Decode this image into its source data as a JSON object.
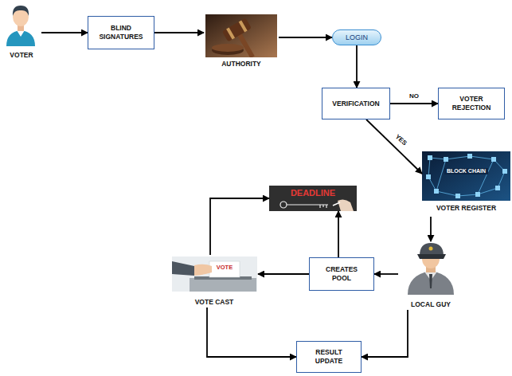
{
  "diagram": {
    "nodes": [
      {
        "text": [
          "VOTER"
        ]
      },
      {
        "text": [
          "BLIND SIGNATURES"
        ]
      },
      {
        "text": [
          "AUTHORITY"
        ]
      },
      {
        "text": [
          "LOGIN"
        ]
      },
      {
        "text": [
          "VERIFICATION"
        ]
      },
      {
        "text": [
          "VOTER REJECTION"
        ]
      },
      {
        "text": [
          "BLOCK CHAIN",
          "VOTER REGISTER"
        ]
      },
      {
        "text": [
          "DEADLINE"
        ]
      },
      {
        "text": [
          "VOTE",
          "VOTE CAST"
        ]
      },
      {
        "text": [
          "CREATES POOL"
        ]
      },
      {
        "text": [
          "LOCAL GUY"
        ]
      },
      {
        "text": [
          "RESULT UPDATE"
        ]
      }
    ],
    "edges": [
      {
        "from": 0,
        "to": 1,
        "arrow": "to"
      },
      {
        "from": 1,
        "to": 2,
        "arrow": "to"
      },
      {
        "from": 2,
        "to": 3,
        "arrow": "to"
      },
      {
        "from": 3,
        "to": 4,
        "arrow": "to"
      },
      {
        "from": 4,
        "to": 5,
        "label": "NO",
        "arrow": "to"
      },
      {
        "from": 4,
        "to": 6,
        "label": "YES",
        "arrow": "to"
      },
      {
        "from": 6,
        "to": 10,
        "arrow": "to"
      },
      {
        "from": 10,
        "to": 9,
        "arrow": "to"
      },
      {
        "from": 9,
        "to": 8,
        "arrow": "to"
      },
      {
        "from": 9,
        "to": 7,
        "arrow": "to"
      },
      {
        "from": 8,
        "to": 7,
        "arrow": "to"
      },
      {
        "from": 8,
        "to": 11,
        "arrow": "to"
      },
      {
        "from": 10,
        "to": 11,
        "arrow": "to"
      }
    ]
  }
}
